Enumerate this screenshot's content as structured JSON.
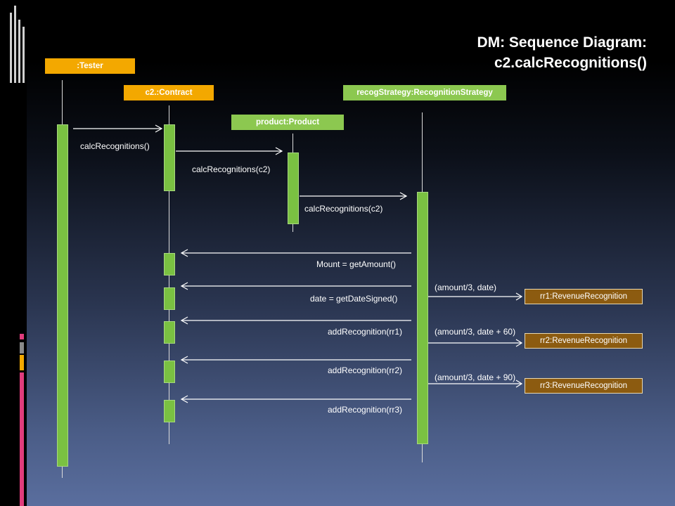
{
  "title": {
    "line1": "DM: Sequence Diagram:",
    "line2": "c2.calcRecognitions()"
  },
  "objects": {
    "tester": ":Tester",
    "contract": "c2.:Contract",
    "product": "product:Product",
    "strategy": "recogStrategy:RecognitionStrategy",
    "rr1": "rr1:RevenueRecognition",
    "rr2": "rr2:RevenueRecognition",
    "rr3": "rr3:RevenueRecognition"
  },
  "messages": {
    "m1": "calcRecognitions()",
    "m2": "calcRecognitions(c2)",
    "m3": "calcRecognitions(c2)",
    "m4": "Mount = getAmount()",
    "m5": "date = getDateSigned()",
    "m6": "addRecognition(rr1)",
    "m7": "addRecognition(rr2)",
    "m8": "addRecognition(rr3)",
    "c1": "(amount/3, date)",
    "c2": "(amount/3, date + 60)",
    "c3": "(amount/3, date + 90)"
  },
  "colors": {
    "orange": "#f3a800",
    "green": "#8cc850",
    "brown": "#8c5b10",
    "activation": "#7ac142"
  }
}
